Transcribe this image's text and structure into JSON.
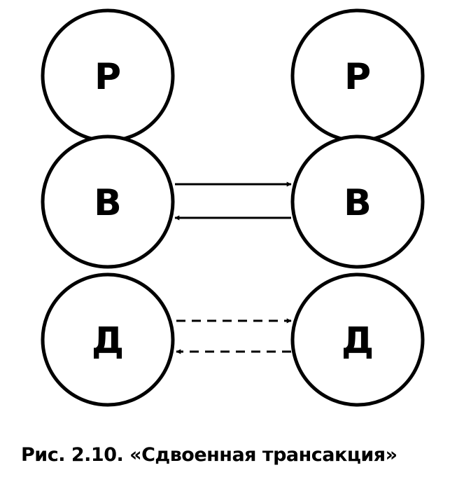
{
  "diagram": {
    "left_column": {
      "top": "Р",
      "middle": "В",
      "bottom": "Д"
    },
    "right_column": {
      "top": "Р",
      "middle": "В",
      "bottom": "Д"
    },
    "connections": [
      {
        "from": "left_column.middle",
        "to": "right_column.middle",
        "style": "solid"
      },
      {
        "from": "right_column.middle",
        "to": "left_column.middle",
        "style": "solid"
      },
      {
        "from": "left_column.bottom",
        "to": "right_column.bottom",
        "style": "dashed"
      },
      {
        "from": "right_column.bottom",
        "to": "left_column.bottom",
        "style": "dashed"
      }
    ]
  },
  "caption": "Рис. 2.10. «Сдвоенная трансакция»"
}
